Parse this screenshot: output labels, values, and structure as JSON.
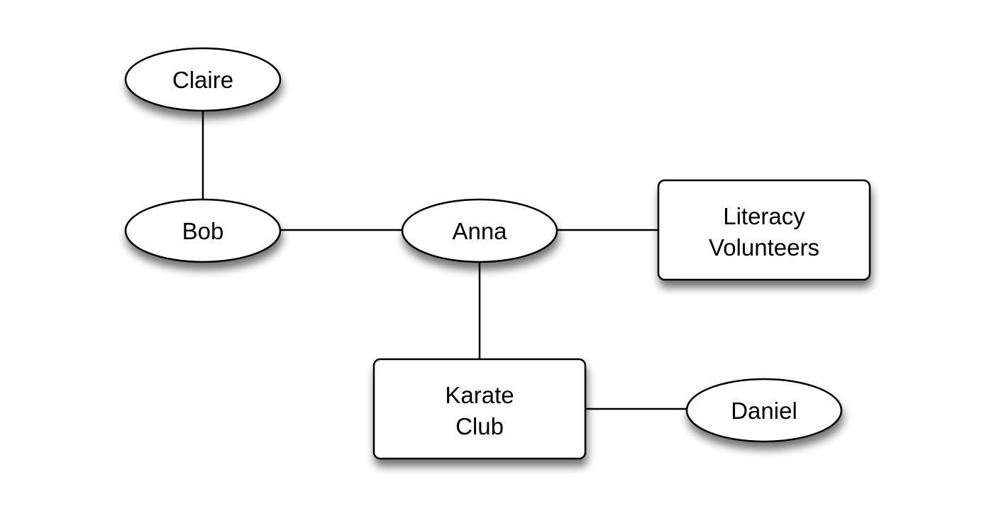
{
  "nodes": {
    "claire": {
      "label": "Claire"
    },
    "bob": {
      "label": "Bob"
    },
    "anna": {
      "label": "Anna"
    },
    "literacy": {
      "lines": [
        "Literacy",
        "Volunteers"
      ]
    },
    "karate": {
      "lines": [
        "Karate",
        "Club"
      ]
    },
    "daniel": {
      "label": "Daniel"
    }
  },
  "edges": [
    {
      "from": "Claire",
      "to": "Bob"
    },
    {
      "from": "Bob",
      "to": "Anna"
    },
    {
      "from": "Anna",
      "to": "Literacy Volunteers"
    },
    {
      "from": "Anna",
      "to": "Karate Club"
    },
    {
      "from": "Karate Club",
      "to": "Daniel"
    }
  ]
}
